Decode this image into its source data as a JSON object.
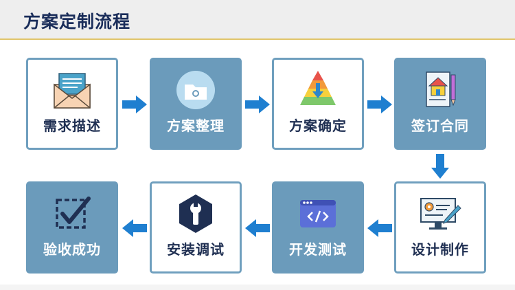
{
  "header": {
    "title": "方案定制流程"
  },
  "colors": {
    "accent": "#6b9bbb",
    "title": "#1a2d5a",
    "arrow": "#1f7fd0"
  },
  "steps": [
    {
      "label": "需求描述",
      "icon": "envelope-icon",
      "style": "white"
    },
    {
      "label": "方案整理",
      "icon": "folder-icon",
      "style": "filled"
    },
    {
      "label": "方案确定",
      "icon": "pyramid-icon",
      "style": "white"
    },
    {
      "label": "签订合同",
      "icon": "contract-icon",
      "style": "filled"
    },
    {
      "label": "设计制作",
      "icon": "design-monitor-icon",
      "style": "white"
    },
    {
      "label": "开发测试",
      "icon": "code-window-icon",
      "style": "filled"
    },
    {
      "label": "安装调试",
      "icon": "wrench-hexagon-icon",
      "style": "white"
    },
    {
      "label": "验收成功",
      "icon": "checkbox-icon",
      "style": "filled"
    }
  ]
}
